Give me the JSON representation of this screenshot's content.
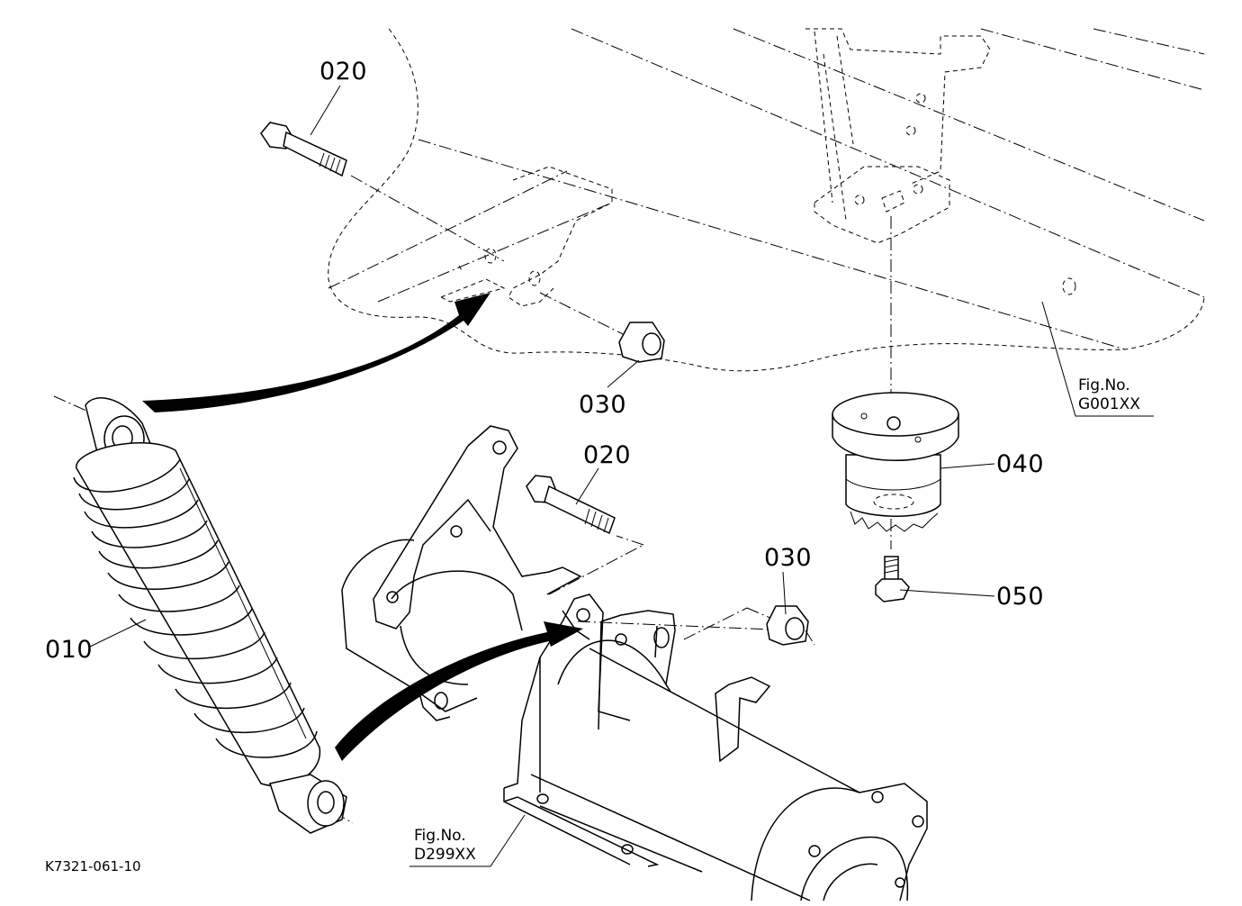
{
  "diagram": {
    "drawing_code": "K7321-061-10",
    "callouts": [
      {
        "id": "shock-absorber",
        "label": "010"
      },
      {
        "id": "bolt-upper",
        "label": "020"
      },
      {
        "id": "bolt-lower",
        "label": "020"
      },
      {
        "id": "nut-upper",
        "label": "030"
      },
      {
        "id": "nut-lower",
        "label": "030"
      },
      {
        "id": "rubber-mount",
        "label": "040"
      },
      {
        "id": "mount-bolt",
        "label": "050"
      }
    ],
    "references": [
      {
        "id": "frame-ref",
        "line1": "Fig.No.",
        "line2": "G001XX"
      },
      {
        "id": "axle-ref",
        "line1": "Fig.No.",
        "line2": "D299XX"
      }
    ]
  }
}
